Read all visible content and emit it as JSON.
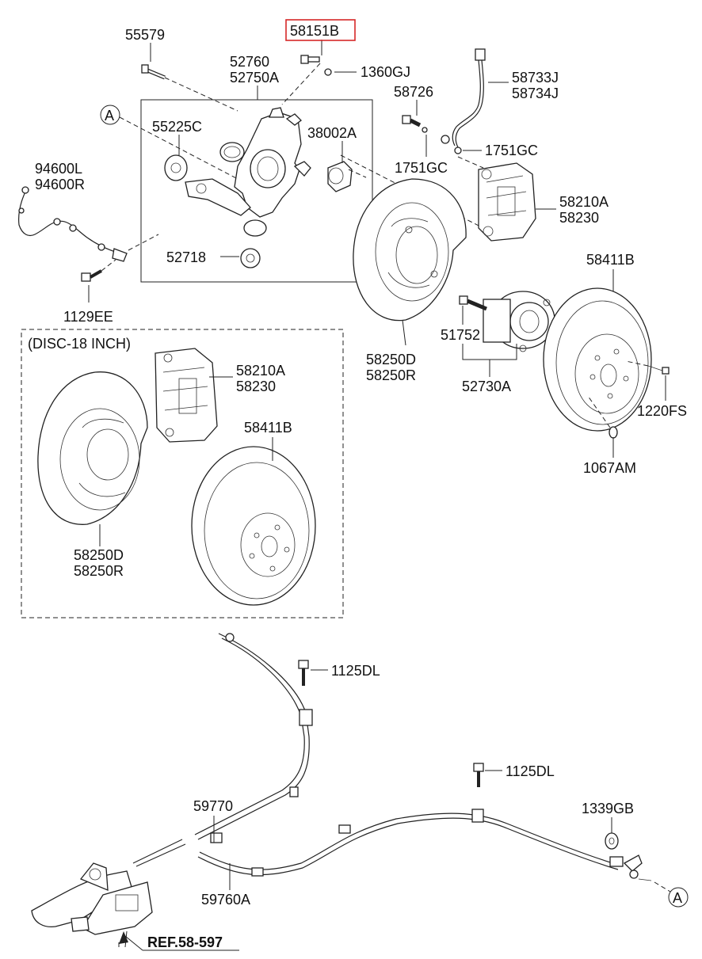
{
  "labels": {
    "p55579": "55579",
    "p58151B": "58151B",
    "p52760": "52760",
    "p52750A": "52750A",
    "p1360GJ": "1360GJ",
    "p58733J": "58733J",
    "p58734J": "58734J",
    "p58726": "58726",
    "p55225C": "55225C",
    "p38002A": "38002A",
    "p1751GC_a": "1751GC",
    "p1751GC_b": "1751GC",
    "p94600L": "94600L",
    "p94600R": "94600R",
    "p58210A_a": "58210A",
    "p58230_a": "58230",
    "p52718": "52718",
    "p1129EE": "1129EE",
    "p58411B_a": "58411B",
    "disc_note": "(DISC-18 INCH)",
    "p51752": "51752",
    "p58250D_a": "58250D",
    "p58250R_a": "58250R",
    "p52730A": "52730A",
    "p58210A_b": "58210A",
    "p58230_b": "58230",
    "p1220FS": "1220FS",
    "p58411B_b": "58411B",
    "p1067AM": "1067AM",
    "p58250D_b": "58250D",
    "p58250R_b": "58250R",
    "p1125DL_a": "1125DL",
    "p1125DL_b": "1125DL",
    "p59770": "59770",
    "p1339GB": "1339GB",
    "p59760A": "59760A",
    "ref": "REF.58-597",
    "callout_A": "A"
  },
  "highlight_color": "#d62828"
}
